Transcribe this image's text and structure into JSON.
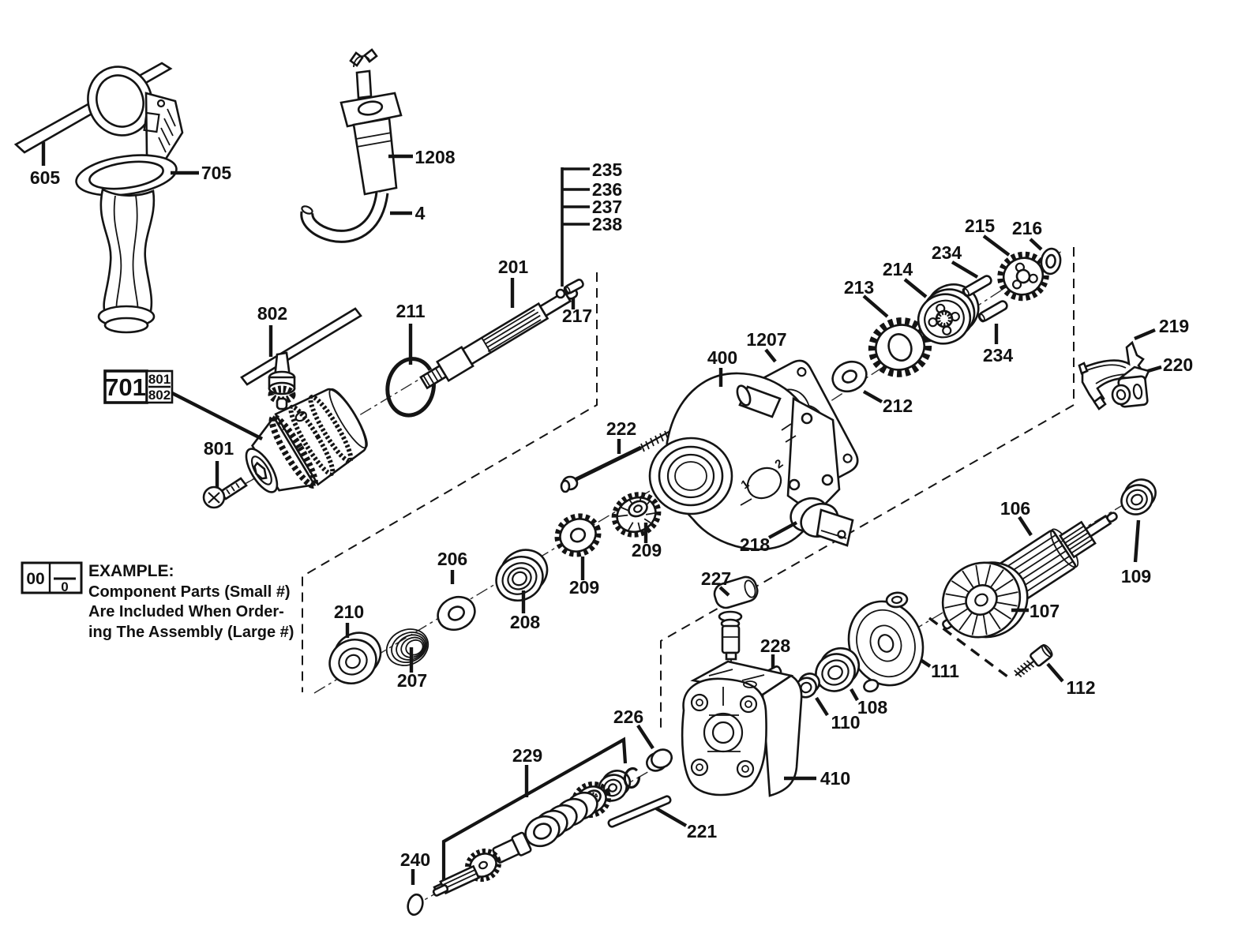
{
  "legend": {
    "code_large": "00",
    "code_small": "0",
    "heading": "EXAMPLE:",
    "lines": [
      "Component Parts (Small #)",
      "Are Included When Order-",
      "ing The Assembly (Large #)"
    ]
  },
  "assembly_callout": {
    "main": "701",
    "sub_top": "801",
    "sub_bottom": "802"
  },
  "housing_markings": {
    "one": "1",
    "two": "2"
  },
  "labels": {
    "n4": "4",
    "n605": "605",
    "n705": "705",
    "n1208": "1208",
    "n235": "235",
    "n236": "236",
    "n237": "237",
    "n238": "238",
    "n217": "217",
    "n201": "201",
    "n211": "211",
    "n802": "802",
    "n801": "801",
    "n222": "222",
    "n400": "400",
    "n1207": "1207",
    "n212": "212",
    "n213": "213",
    "n214": "214",
    "n234": "234",
    "n215": "215",
    "n216": "216",
    "n219": "219",
    "n220": "220",
    "n218": "218",
    "n209": "209",
    "n206": "206",
    "n207": "207",
    "n208": "208",
    "n210": "210",
    "n227": "227",
    "n228": "228",
    "n226": "226",
    "n410": "410",
    "n221": "221",
    "n229": "229",
    "n240": "240",
    "n106": "106",
    "n107": "107",
    "n108": "108",
    "n109": "109",
    "n110": "110",
    "n111": "111",
    "n112": "112"
  }
}
